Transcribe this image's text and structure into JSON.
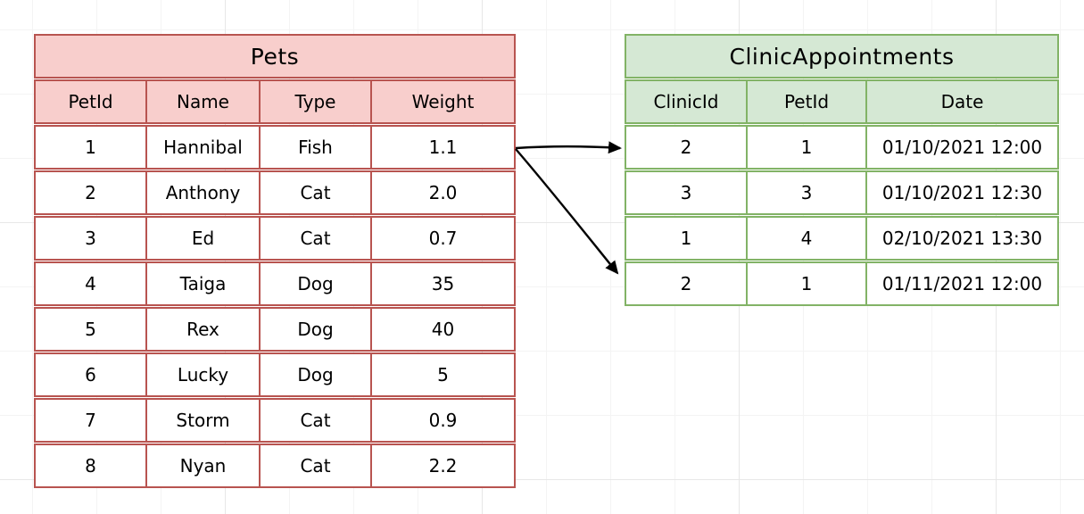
{
  "canvas": {
    "background": "#ffffff",
    "grid_minor_color": "#f4f4f4",
    "grid_major_color": "#e7e7e7"
  },
  "tables": {
    "pets": {
      "title": "Pets",
      "fill": "#f8cecc",
      "stroke": "#b85450",
      "columns": [
        "PetId",
        "Name",
        "Type",
        "Weight"
      ],
      "rows": [
        [
          "1",
          "Hannibal",
          "Fish",
          "1.1"
        ],
        [
          "2",
          "Anthony",
          "Cat",
          "2.0"
        ],
        [
          "3",
          "Ed",
          "Cat",
          "0.7"
        ],
        [
          "4",
          "Taiga",
          "Dog",
          "35"
        ],
        [
          "5",
          "Rex",
          "Dog",
          "40"
        ],
        [
          "6",
          "Lucky",
          "Dog",
          "5"
        ],
        [
          "7",
          "Storm",
          "Cat",
          "0.9"
        ],
        [
          "8",
          "Nyan",
          "Cat",
          "2.2"
        ]
      ]
    },
    "clinic": {
      "title": "ClinicAppointments",
      "fill": "#d5e8d4",
      "stroke": "#82b366",
      "columns": [
        "ClinicId",
        "PetId",
        "Date"
      ],
      "rows": [
        [
          "2",
          "1",
          "01/10/2021 12:00"
        ],
        [
          "3",
          "3",
          "01/10/2021 12:30"
        ],
        [
          "1",
          "4",
          "02/10/2021 13:30"
        ],
        [
          "2",
          "1",
          "01/11/2021 12:00"
        ]
      ]
    }
  },
  "relations": {
    "arrow_color": "#000000",
    "arrows": [
      {
        "from": "Pets row PetId=1",
        "to": "ClinicAppointments row 1 (PetId=1)"
      },
      {
        "from": "Pets row PetId=1",
        "to": "ClinicAppointments row 4 (PetId=1)"
      }
    ]
  }
}
